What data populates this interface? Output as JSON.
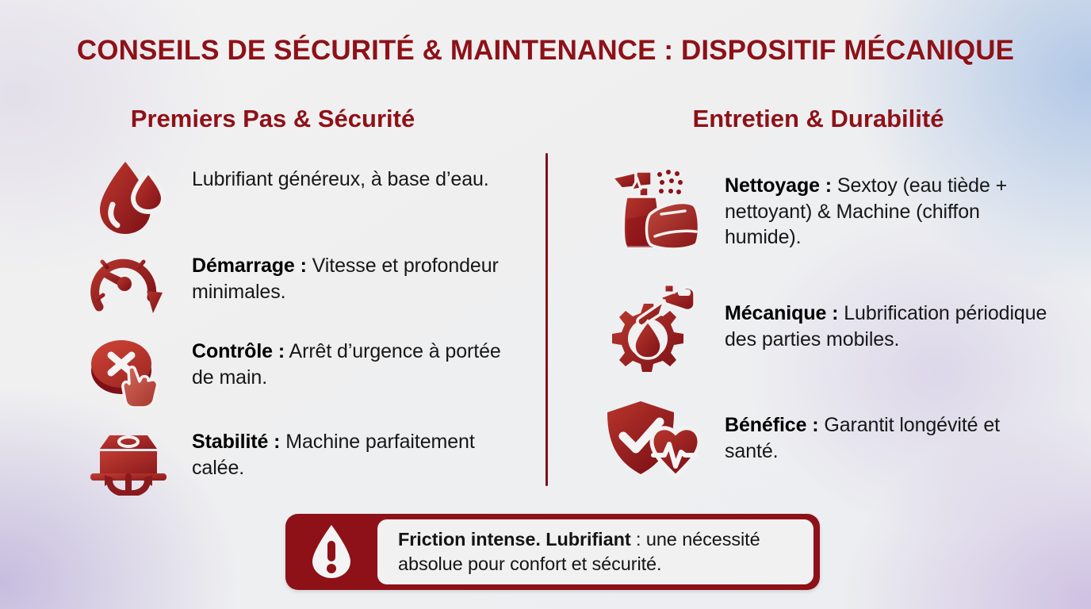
{
  "title": "CONSEILS DE SÉCURITÉ & MAINTENANCE : DISPOSITIF MÉCANIQUE",
  "colors": {
    "brand_red": "#8e1118",
    "icon_red_dark": "#8e1118",
    "icon_red_light": "#c0392f",
    "text_dark": "#171717",
    "panel_light": "#f1f1f1"
  },
  "columns": {
    "left": {
      "heading": "Premiers Pas & Sécurité",
      "items": [
        {
          "icon": "lubricant-droplet-icon",
          "label": "",
          "body": "Lubrifiant généreux, à base d’eau."
        },
        {
          "icon": "speedometer-arrow-icon",
          "label": "Démarrage :",
          "body": "Vitesse et profondeur minimales."
        },
        {
          "icon": "emergency-stop-hand-icon",
          "label": "Contrôle :",
          "body": "Arrêt d’urgence à portée de main."
        },
        {
          "icon": "anchored-machine-icon",
          "label": "Stabilité :",
          "body": "Machine parfaitement calée."
        }
      ]
    },
    "right": {
      "heading": "Entretien & Durabilité",
      "items": [
        {
          "icon": "spray-bottle-cloth-icon",
          "label": "Nettoyage :",
          "body": "Sextoy (eau tiède + nettoyant) & Machine (chiffon humide)."
        },
        {
          "icon": "gear-oil-can-icon",
          "label": "Mécanique :",
          "body": "Lubrification périodique des parties mobiles."
        },
        {
          "icon": "shield-heart-icon",
          "label": "Bénéfice :",
          "body": "Garantit longévité et santé."
        }
      ]
    }
  },
  "warning": {
    "icon": "exclamation-droplet-icon",
    "label": "Friction intense. Lubrifiant",
    "body": " : une nécessité absolue pour confort et sécurité."
  }
}
